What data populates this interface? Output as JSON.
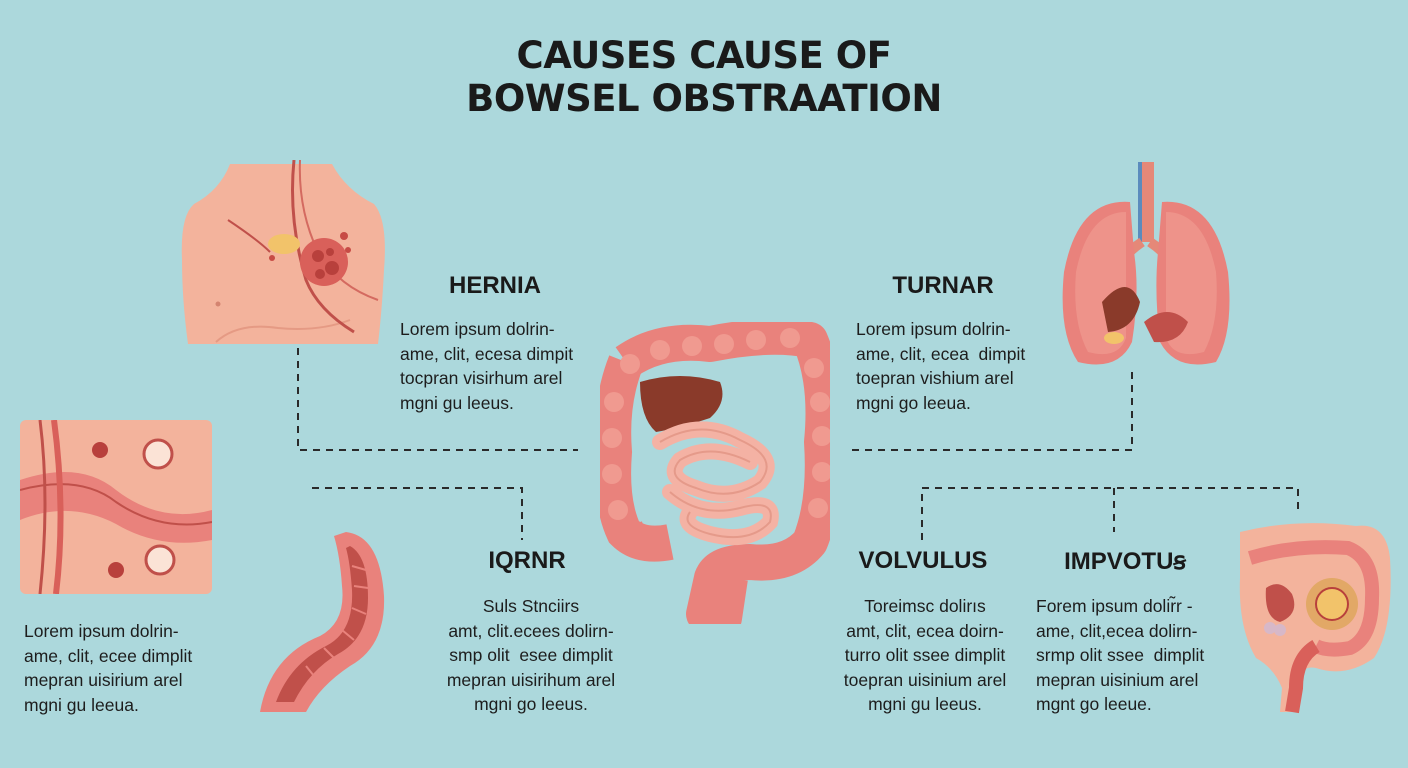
{
  "title": {
    "line1": "CAUSES CAUSE OF",
    "line2": "BOWSEL OBSTRAATION"
  },
  "sections": {
    "hernia": {
      "heading": "HERNIA",
      "text": "Lorem ipsum dolrin-\name, clit, ecesa dimpit\ntocpran visirhum arel\nmgni gu leeus."
    },
    "turnar": {
      "heading": "TURNAR",
      "text": "Lorem ipsum dolrin-\name, clit, ecea  dimpit\ntoepran vishium arel\nmgni go leeua."
    },
    "left_bottom": {
      "text": "Lorem ipsum dolrin-\name, clit, ecee dimplit\nmepran uisirium arel\nmgni gu leeua."
    },
    "iqrnr": {
      "heading": "IQRNR",
      "text": "Suls Stnciirs\namt, clit.ecees dolirn-\nsmp olit  esee dimplit\nmepran uisirihum arel\nmgni go leeus."
    },
    "volvulus": {
      "heading": "VOLVULUS",
      "text": "Toreimsc dolirıs\namt, clit, ecea doirn-\nturro olit ssee dimplit\ntoepran uisinium arel\nmgni gu leeus."
    },
    "impvotus": {
      "heading": "IMPVOTUꞩ",
      "text": "Forem ipsum dolir̃r -\name, clit,ecea dolirn-\nsrmp olit ssee  dimplit\nmepran uisinium arel\nmgnt go leeue."
    }
  },
  "icons": [
    "chest-hernia-icon",
    "lungs-icon",
    "tissue-section-icon",
    "curved-intestine-icon",
    "intestines-icon",
    "colon-obstruction-icon"
  ],
  "colors": {
    "background": "#acd8dc",
    "skin": "#f3b39c",
    "intestine": "#e9817a",
    "liver": "#8a3a2a",
    "connector": "#2a2a2a"
  }
}
